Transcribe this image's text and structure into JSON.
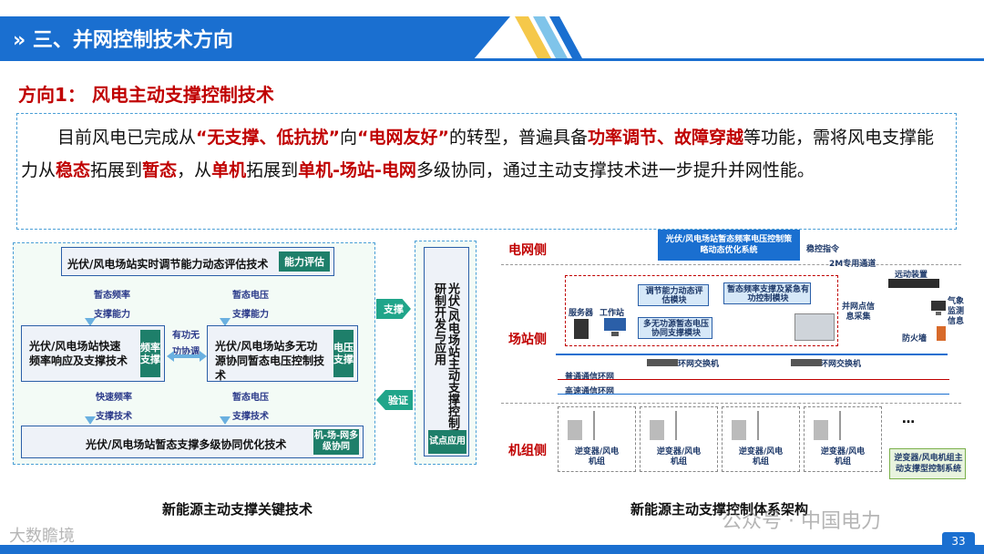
{
  "header": {
    "title": "三、并网控制技术方向",
    "chevron": "»"
  },
  "direction": {
    "label": "方向1：  风电主动支撑控制技术"
  },
  "intro": {
    "p1": "目前风电已完成从",
    "h1": "“无支撑、低抗扰”",
    "p2": "向",
    "h2": "“电网友好”",
    "p3": "的转型，普遍具备",
    "h3": "功率调节、故障穿越",
    "p4": "等功能，需将风电支撑能力从",
    "h4": "稳态",
    "p5": "拓展到",
    "h5": "暂态",
    "p6": "，从",
    "h6": "单机",
    "p7": "拓展到",
    "h7": "单机-场站-电网",
    "p8": "多级协同，通过主动支撑技术进一步提升并网性能。"
  },
  "left_diagram": {
    "top_box": "光伏/风电场站实时调节能力动态评估技术",
    "top_tag": "能力评估",
    "lbl_freq1": "暂态频率",
    "lbl_freq2": "支撑能力",
    "lbl_volt1": "暂态电压",
    "lbl_volt2": "支撑能力",
    "mid_left": "光伏/风电场站快速频率响应及支撑技术",
    "mid_left_tag": "频率支撑",
    "mid_center1": "有功无",
    "mid_center2": "功协调",
    "mid_right": "光伏/风电场站多无功源协同暂态电压控制技术",
    "mid_right_tag": "电压支撑",
    "lbl_fast1": "快速频率",
    "lbl_fast2": "支撑技术",
    "lbl_tv1": "暂态电压",
    "lbl_tv2": "支撑技术",
    "bottom_box": "光伏/风电场站暂态支撑多级协同优化技术",
    "bottom_tag": "机-场-网多级协同",
    "support_label": "支撑",
    "verify_label": "验证",
    "right_text": "光伏/风电场站主动支撑控制系统研制开发与应用",
    "right_tag": "试点应用",
    "caption": "新能源主动支撑关键技术"
  },
  "right_diagram": {
    "grid_side": "电网侧",
    "station_side": "场站侧",
    "unit_side": "机组侧",
    "top_box": "光伏/风电场站暂态频率电压控制策略动态优化系统",
    "stable_cmd": "稳控指令",
    "channel": "2M专用通道",
    "remote": "远动装置",
    "weather": "气象监测信息",
    "server": "服务器",
    "workstation": "工作站",
    "eval": "调节能力动态评估模块",
    "freq_mod": "暂态频率支撑及紧急有功控制模块",
    "volt_mod": "多无功源暂态电压协同支撑模块",
    "grid_point": "并网点信息采集",
    "firewall": "防火墙",
    "ring_switch1": "环网交换机",
    "ring_switch2": "环网交换机",
    "normal_ring": "普通通信环网",
    "fast_ring": "高速通信环网",
    "unit_label": "逆变器/风电机组",
    "ellipsis": "…",
    "legend": "逆变器/风电机组主动支撑型控制系统",
    "caption": "新能源主动支撑控制体系架构"
  },
  "footer": {
    "page": "33"
  },
  "watermarks": {
    "left": "大数瞻境",
    "right": "公众号 · 中国电力"
  },
  "colors": {
    "brand": "#1a6fd0",
    "highlight": "#c00000",
    "tag": "#1e7f6a"
  }
}
